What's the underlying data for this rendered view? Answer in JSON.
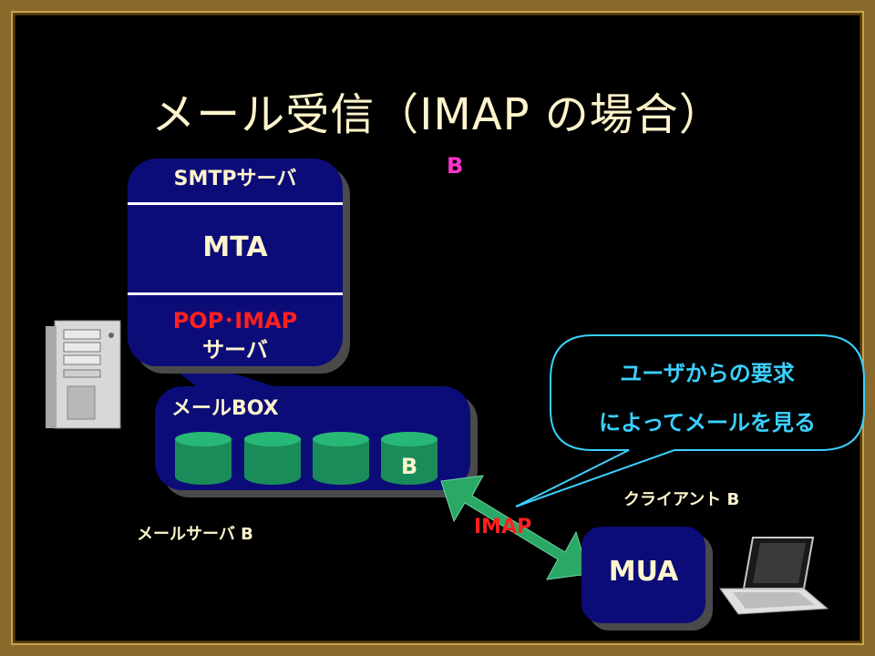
{
  "title": "メール受信（IMAP の場合）",
  "top_marker": "B",
  "server": {
    "smtp": "SMTPサーバ",
    "mta": "MTA",
    "pop_imap": "POP･IMAP",
    "pop_imap_sub": "サーバ"
  },
  "mailbox": {
    "label": "メールBOX",
    "user_slot": "B"
  },
  "mail_server_caption": "メールサーバ B",
  "client_caption": "クライアント B",
  "mua": "MUA",
  "protocol": "IMAP",
  "bubble": {
    "line1": "ユーザからの要求",
    "line2": "によってメールを見る"
  },
  "colors": {
    "block_fill": "#0c0c78",
    "title_text": "#fff4cc",
    "highlight_red": "#ff2020",
    "marker_magenta": "#ff33cc",
    "cylinder_green": "#1a8c5a",
    "bubble_cyan": "#3ad0ff"
  },
  "icons": [
    "tower-server-icon",
    "laptop-icon",
    "double-arrow-icon",
    "speech-bubble-icon"
  ]
}
